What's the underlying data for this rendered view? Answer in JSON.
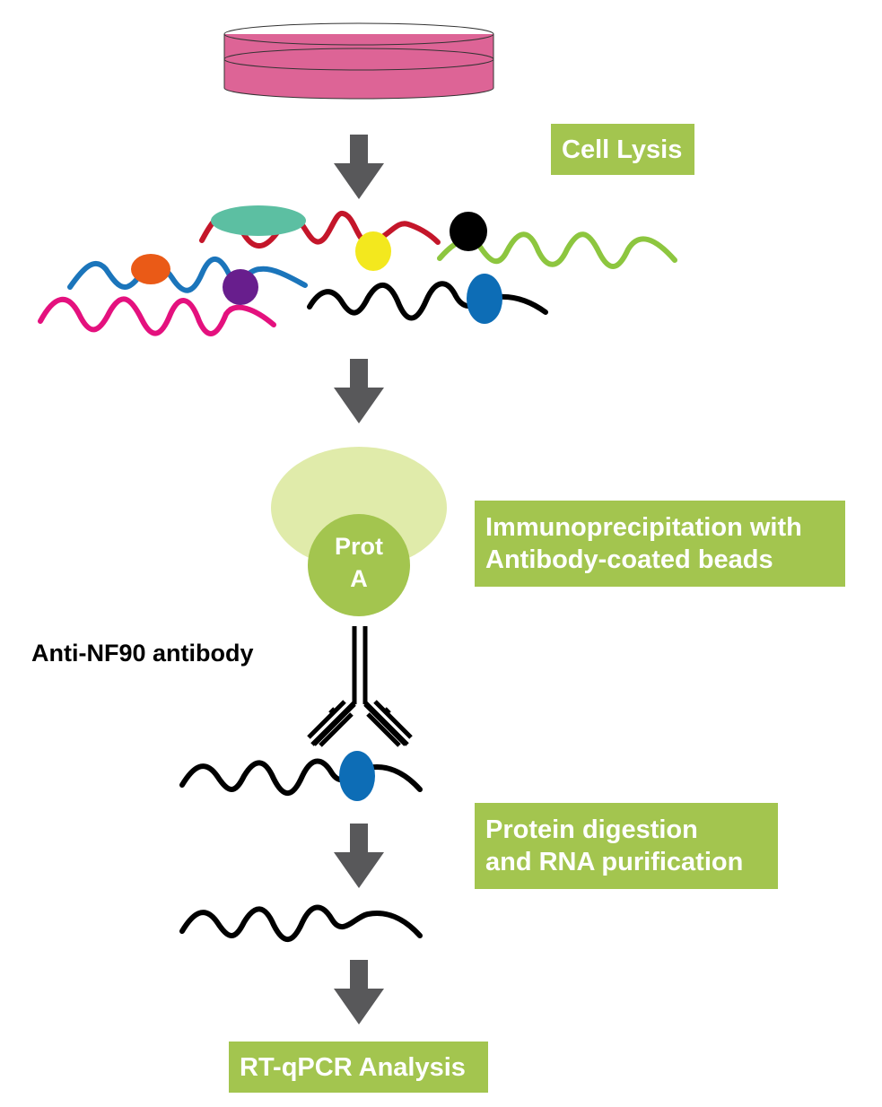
{
  "colors": {
    "accent": "#a3c54f",
    "dish": "#dd6496",
    "arrow": "#58585a",
    "bead": "#e0ebaa",
    "protein_a": "#a3c54f"
  },
  "steps": {
    "cell_lysis": "Cell Lysis",
    "ip_line1": "Immunoprecipitation with",
    "ip_line2": "Antibody-coated beads",
    "digest_line1": "Protein digestion",
    "digest_line2": "and RNA purification",
    "rtqpcr": "RT-qPCR Analysis"
  },
  "labels": {
    "antibody": "Anti-NF90 antibody",
    "prot_line1": "Prot",
    "prot_line2": "A"
  },
  "icons": [
    "culture-dish-icon",
    "down-arrow-icon",
    "rna-strand-icon",
    "protein-blob-icon",
    "bead-icon",
    "antibody-icon"
  ]
}
